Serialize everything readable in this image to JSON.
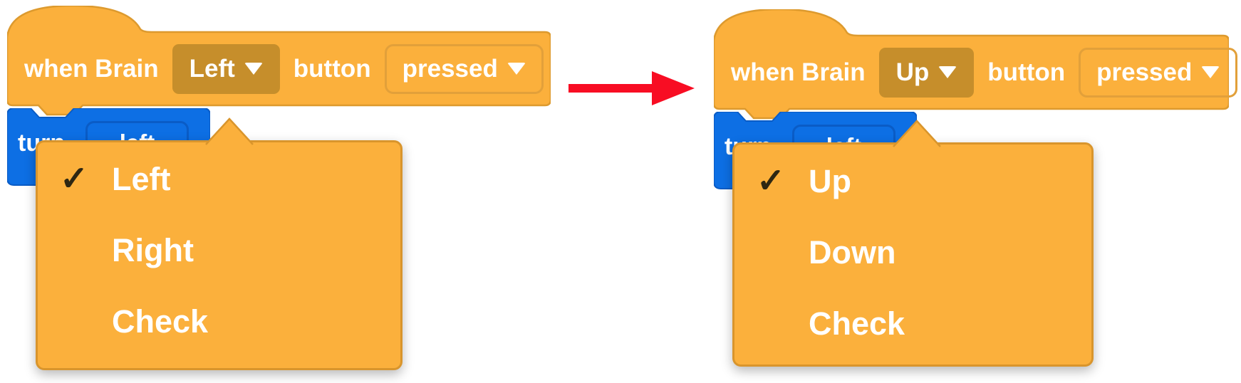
{
  "left_script": {
    "hat_block": {
      "text_prefix": "when Brain",
      "button_dropdown_value": "Left",
      "text_middle": "button",
      "state_dropdown_value": "pressed"
    },
    "turn_block": {
      "label": "turn",
      "field_value": "left"
    },
    "dropdown_menu": {
      "items": [
        {
          "label": "Left",
          "check": "✓"
        },
        {
          "label": "Right",
          "check": ""
        },
        {
          "label": "Check",
          "check": ""
        }
      ]
    }
  },
  "right_script": {
    "hat_block": {
      "text_prefix": "when Brain",
      "button_dropdown_value": "Up",
      "text_middle": "button",
      "state_dropdown_value": "pressed"
    },
    "turn_block": {
      "label": "turn",
      "field_value": "left"
    },
    "dropdown_menu": {
      "items": [
        {
          "label": "Up",
          "check": "✓"
        },
        {
          "label": "Down",
          "check": ""
        },
        {
          "label": "Check",
          "check": ""
        }
      ]
    }
  },
  "colors": {
    "block_orange": "#FBB03C",
    "block_border": "#DD9A2E",
    "field_dark_orange": "#C68E2B",
    "field_outline_border": "#E2A03A",
    "blue_block": "#0D6FE4",
    "blue_field_border": "#0A5CC6",
    "menu_check": "#2E2712",
    "arrow_red": "#F80D23",
    "text_white": "#FFFFFF"
  }
}
